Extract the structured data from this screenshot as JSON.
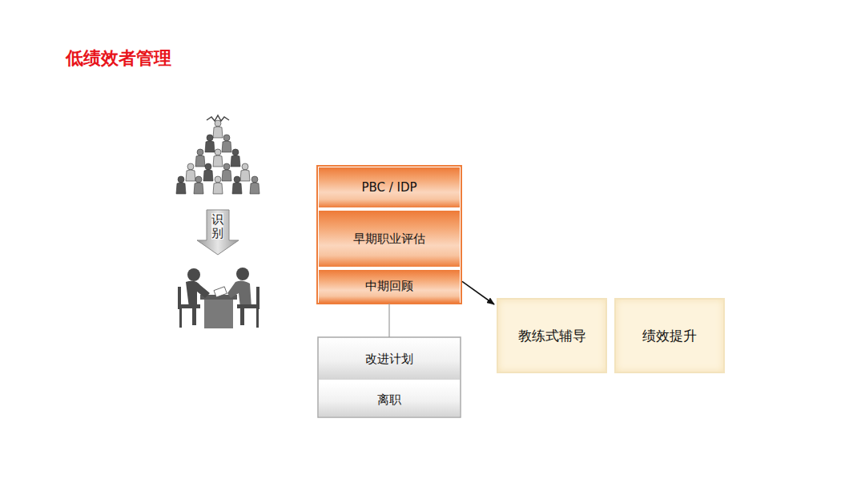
{
  "diagram": {
    "title": "低绩效者管理",
    "nodes": [
      {
        "text": [
          "PBC / IDP"
        ]
      },
      {
        "text": [
          "早期职业评估"
        ]
      },
      {
        "text": [
          "中期回顾"
        ]
      },
      {
        "text": [
          "改进计划"
        ]
      },
      {
        "text": [
          "离职"
        ]
      },
      {
        "text": [
          "教练式辅导"
        ]
      },
      {
        "text": [
          "绩效提升"
        ]
      }
    ],
    "edges": [
      {
        "from": 2,
        "to": 3,
        "arrow": "none"
      },
      {
        "from": 2,
        "to": 5,
        "arrow": "to"
      }
    ],
    "labels": [
      "识别"
    ]
  }
}
